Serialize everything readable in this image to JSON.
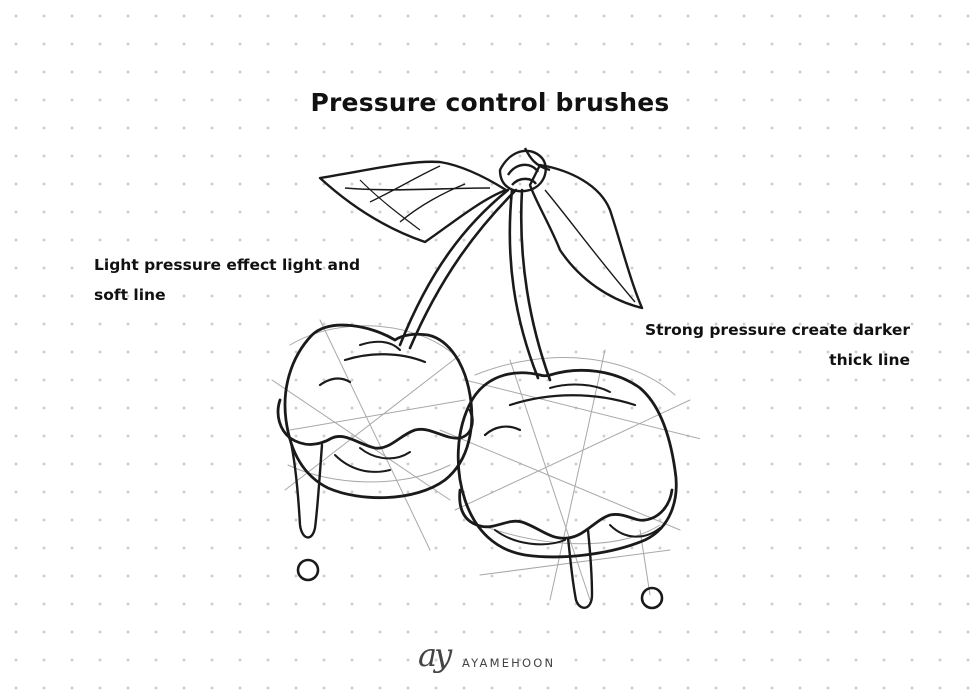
{
  "title": "Pressure control brushes",
  "notes": {
    "left": {
      "line1": "Light pressure effect light and",
      "line2": "soft line"
    },
    "right": {
      "line1": "Strong pressure create darker",
      "line2": "thick line"
    }
  },
  "logo": {
    "mark": "ay",
    "name": "AYAMEHOON"
  },
  "illustration": {
    "subject": "cherry-sketch-icon"
  },
  "colors": {
    "ink": "#111111",
    "sketch_light": "#9a9a9a",
    "dot_grid": "#cfcfcf"
  }
}
